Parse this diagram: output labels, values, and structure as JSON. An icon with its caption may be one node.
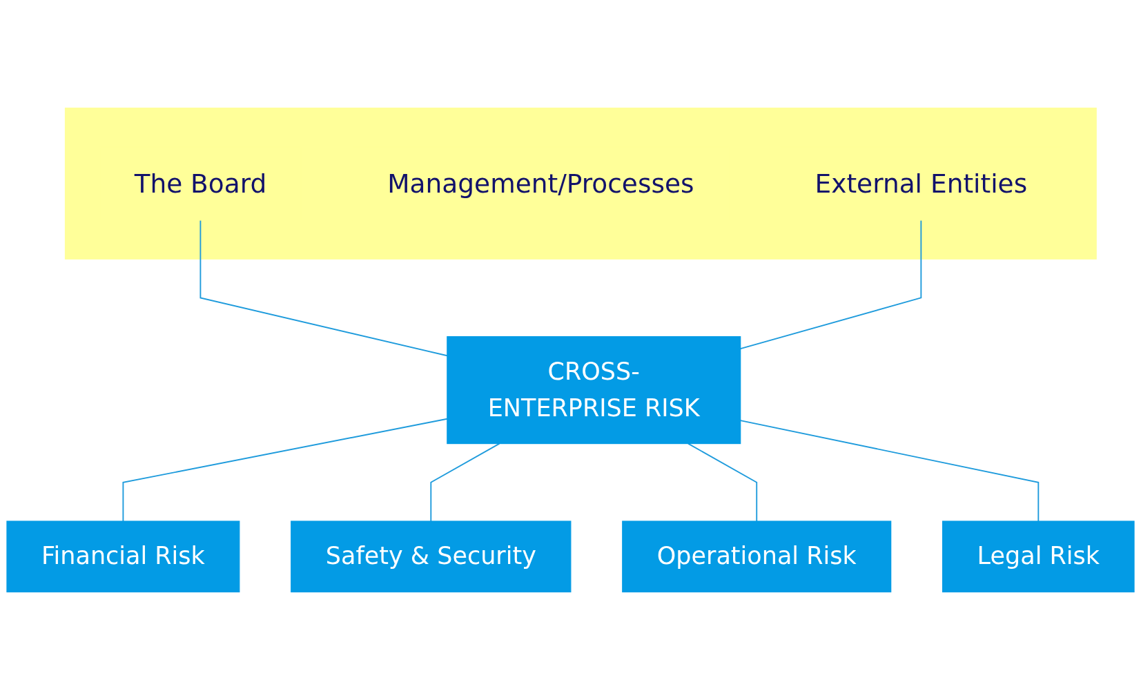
{
  "diagram": {
    "nodes": [
      {
        "text": [],
        "shape": "bar"
      },
      {
        "text": [
          "The Board"
        ],
        "in": 0
      },
      {
        "text": [
          "Management/Processes"
        ],
        "in": 0
      },
      {
        "text": [
          "External Entities"
        ],
        "in": 0
      },
      {
        "text": [
          "CROSS-ENTERPRISE RISK"
        ]
      },
      {
        "text": [
          "Financial Risk"
        ]
      },
      {
        "text": [
          "Safety & Security"
        ]
      },
      {
        "text": [
          "Operational Risk"
        ]
      },
      {
        "text": [
          "Legal Risk"
        ]
      }
    ],
    "edges": [
      {
        "from": 1,
        "to": 4,
        "arrow": "none"
      },
      {
        "from": 3,
        "to": 4,
        "arrow": "none"
      },
      {
        "from": 4,
        "to": 5,
        "arrow": "none"
      },
      {
        "from": 4,
        "to": 6,
        "arrow": "none"
      },
      {
        "from": 4,
        "to": 7,
        "arrow": "none"
      },
      {
        "from": 4,
        "to": 8,
        "arrow": "none"
      }
    ]
  }
}
